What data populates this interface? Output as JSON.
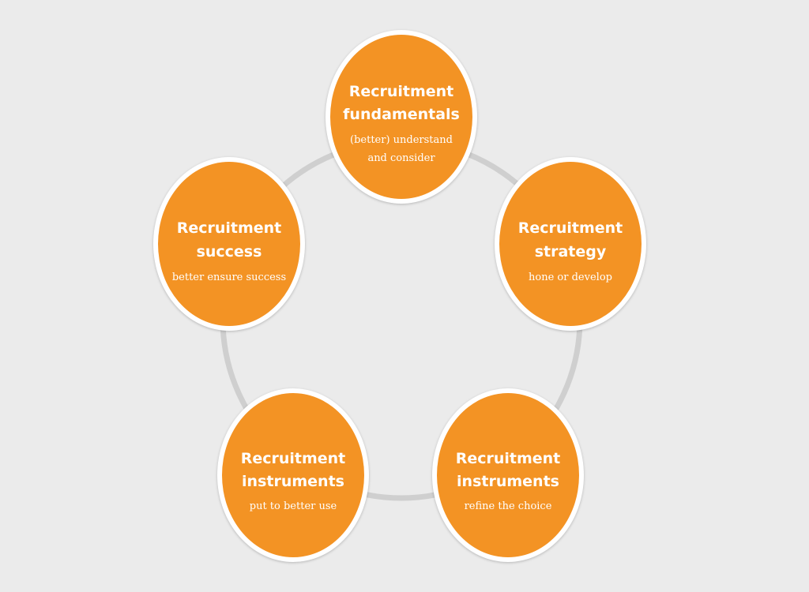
{
  "diagram": {
    "colors": {
      "background": "#ebebeb",
      "ring": "#cfcfcf",
      "node_fill": "#f39324",
      "node_border": "#ffffff",
      "text": "#ffffff"
    },
    "nodes": [
      {
        "title_line1": "Recruitment",
        "title_line2": "fundamentals",
        "sub_line1": "(better) understand",
        "sub_line2": "and consider"
      },
      {
        "title_line1": "Recruitment",
        "title_line2": "strategy",
        "sub_line1": "hone or develop"
      },
      {
        "title_line1": "Recruitment",
        "title_line2": "instruments",
        "sub_line1": "refine the choice"
      },
      {
        "title_line1": "Recruitment",
        "title_line2": "instruments",
        "sub_line1": "put to better use"
      },
      {
        "title_line1": "Recruitment",
        "title_line2": "success",
        "sub_line1": "better ensure success"
      }
    ]
  }
}
